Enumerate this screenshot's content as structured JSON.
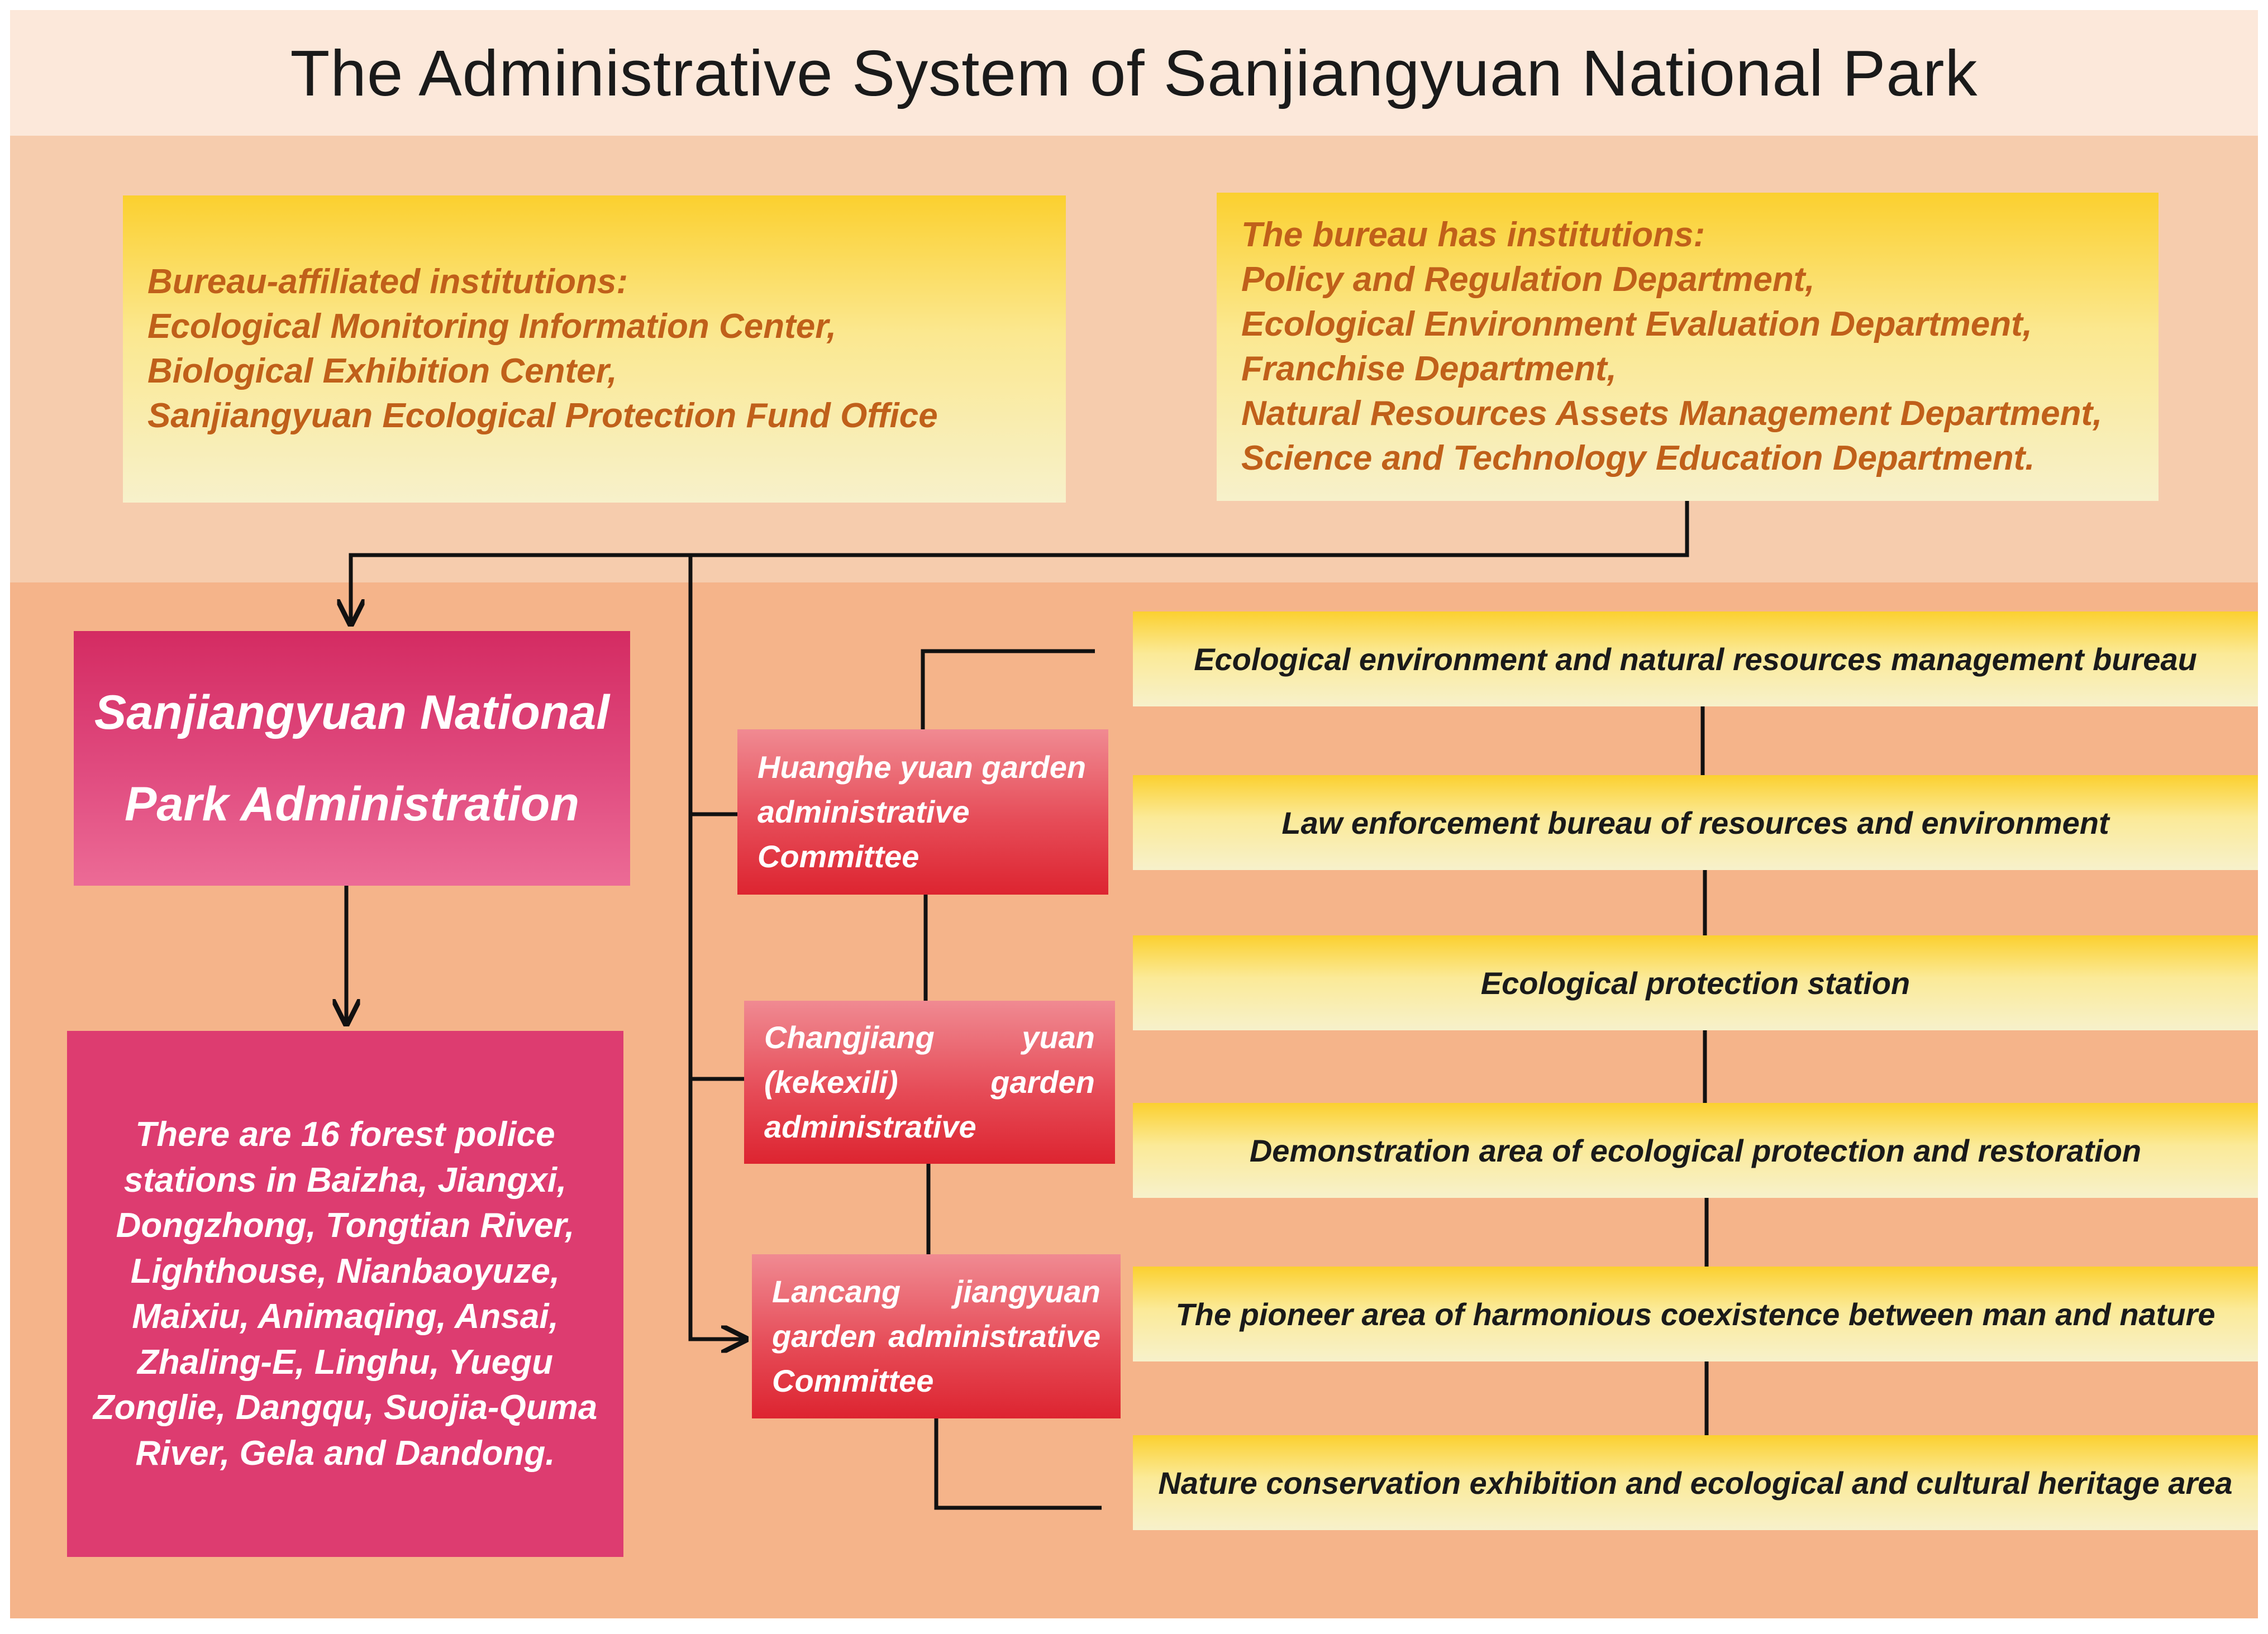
{
  "title": "The Administrative System of Sanjiangyuan National Park",
  "affiliated": {
    "lines": [
      "Bureau-affiliated institutions:",
      "Ecological Monitoring Information Center,",
      "Biological Exhibition Center,",
      "Sanjiangyuan Ecological Protection Fund Office"
    ]
  },
  "bureau": {
    "lines": [
      "The bureau has institutions:",
      "Policy and Regulation Department,",
      "Ecological Environment Evaluation Department,",
      "Franchise Department,",
      "Natural Resources Assets Management Department,",
      "Science and Technology Education Department."
    ]
  },
  "admin": {
    "lines": [
      "Sanjiangyuan National",
      "Park Administration"
    ]
  },
  "police": {
    "lines": [
      "There are 16 forest police",
      "stations in Baizha, Jiangxi,",
      "Dongzhong, Tongtian River,",
      "Lighthouse, Nianbaoyuze,",
      "Maixiu, Animaqing, Ansai,",
      "Zhaling-E, Linghu, Yuegu",
      "Zonglie, Dangqu, Suojia-Quma",
      "River, Gela and Dandong."
    ]
  },
  "gardens": {
    "huanghe": {
      "lines": [
        "Huanghe yuan garden",
        "administrative",
        "Committee"
      ]
    },
    "changjiang": {
      "row1": [
        "Changjiang",
        "yuan"
      ],
      "row2": [
        "(kekexili)",
        "garden"
      ],
      "row3": "administrative"
    },
    "lancang": {
      "row1": [
        "Lancang",
        "jiangyuan"
      ],
      "row2": [
        "garden",
        "administrative"
      ],
      "row3": "Committee"
    }
  },
  "units": [
    "Ecological environment and natural resources management bureau",
    "Law enforcement bureau of resources and environment",
    "Ecological protection station",
    "Demonstration area of ecological protection and restoration",
    "The pioneer area of harmonious coexistence between man and nature",
    "Nature conservation exhibition and ecological and cultural heritage area"
  ]
}
